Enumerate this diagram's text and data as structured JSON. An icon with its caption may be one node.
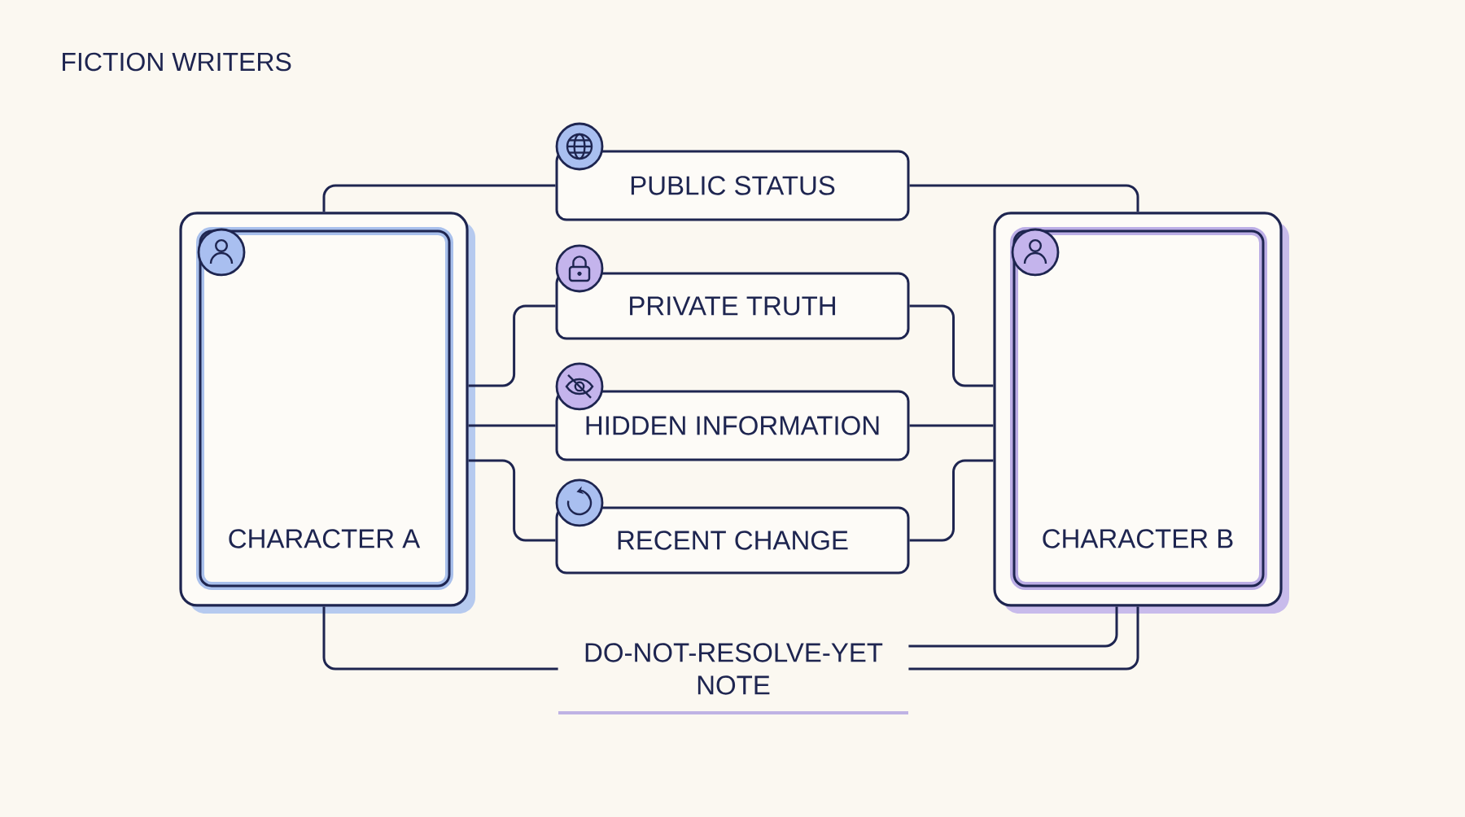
{
  "diagram": {
    "title": "FICTION WRITERS",
    "nodes": [
      {
        "text": [
          "CHARACTER A"
        ]
      },
      {
        "text": [
          "PUBLIC STATUS"
        ]
      },
      {
        "text": [
          "PRIVATE TRUTH"
        ]
      },
      {
        "text": [
          "HIDDEN INFORMATION"
        ]
      },
      {
        "text": [
          "RECENT CHANGE"
        ]
      },
      {
        "text": [
          "CHARACTER B"
        ]
      },
      {
        "text": [
          "DO-NOT-RESOLVE-YET NOTE"
        ]
      }
    ],
    "edges": [
      {
        "from": 0,
        "to": 1,
        "arrow": "none"
      },
      {
        "from": 1,
        "to": 5,
        "arrow": "none"
      },
      {
        "from": 0,
        "to": 2,
        "arrow": "none"
      },
      {
        "from": 2,
        "to": 5,
        "arrow": "none"
      },
      {
        "from": 0,
        "to": 3,
        "arrow": "none"
      },
      {
        "from": 3,
        "to": 5,
        "arrow": "none"
      },
      {
        "from": 0,
        "to": 4,
        "arrow": "none"
      },
      {
        "from": 4,
        "to": 5,
        "arrow": "none"
      },
      {
        "from": 0,
        "to": 6,
        "arrow": "none"
      },
      {
        "from": 5,
        "to": 6,
        "arrow": "none"
      },
      {
        "from": 5,
        "to": 6,
        "arrow": "none"
      }
    ]
  }
}
